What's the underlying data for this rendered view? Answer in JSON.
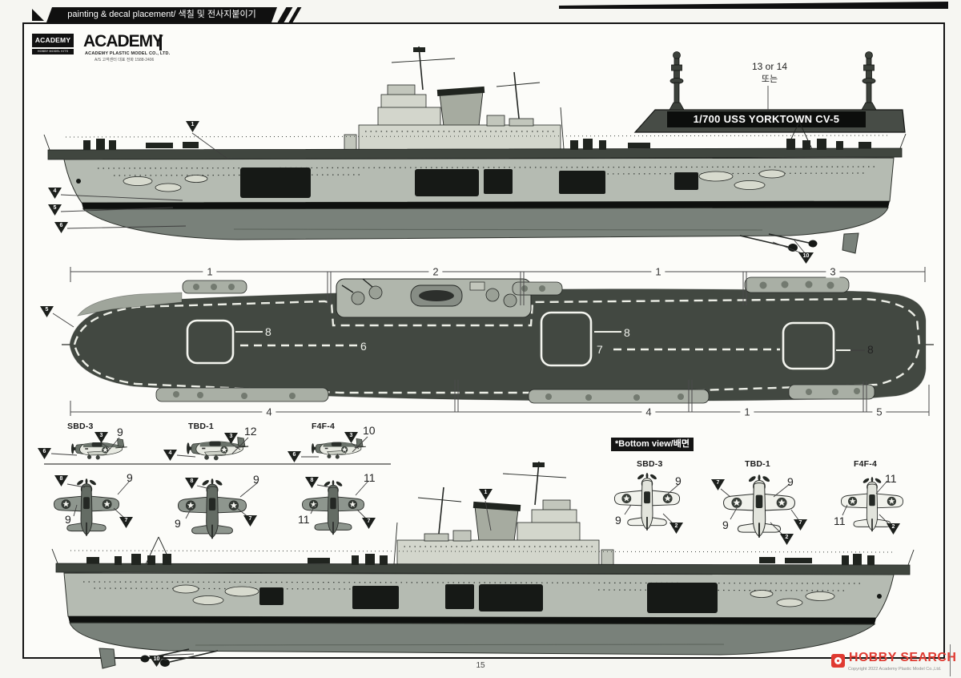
{
  "header": {
    "title": "painting & decal placement/ 색칠 및 전사지붙이기"
  },
  "brand": {
    "box_title": "ACADEMY",
    "box_subtitle": "HOBBY MODEL KITS",
    "logotype": "ACADEMY",
    "company": "ACADEMY PLASTIC MODEL CO., LTD.",
    "service_line": "A/S 고객센터 대표 전화 1588-2406"
  },
  "stand": {
    "part_note": "13 or 14",
    "part_note_kr": "또는",
    "nameplate": "1/700 USS YORKTOWN CV-5"
  },
  "ship_top": {
    "deck_marker": "1",
    "hull_upper_marker": "4",
    "boot_marker": "5",
    "hull_lower_marker": "6",
    "propeller_marker": "10"
  },
  "deck": {
    "dims_top": [
      "1",
      "2",
      "1",
      "3"
    ],
    "dims_bottom": [
      "4",
      "4",
      "1",
      "5"
    ],
    "bow_marker": "5",
    "elevator_fwd": "8",
    "centerline_fwd": "6",
    "centerline_aft": "7",
    "elevator_mid": "8",
    "elevator_aft": "8"
  },
  "aircraft_side": {
    "planes": [
      {
        "label": "SBD-3",
        "camo_marker": "3",
        "decal": "9",
        "prop_marker": "6"
      },
      {
        "label": "TBD-1",
        "camo_marker": "3",
        "decal": "12",
        "prop_marker": "4"
      },
      {
        "label": "F4F-4",
        "camo_marker": "3",
        "decal": "10",
        "prop_marker": "6"
      }
    ]
  },
  "aircraft_top": {
    "planes": [
      {
        "nose_marker": "8",
        "decal_right": "9",
        "decal_left": "9",
        "wing_marker": "7"
      },
      {
        "nose_marker": "8",
        "decal_right": "9",
        "decal_left": "9",
        "wing_marker": "7"
      },
      {
        "nose_marker": "8",
        "decal_right": "11",
        "decal_left": "11",
        "wing_marker": "7"
      }
    ]
  },
  "bottom_view": {
    "label": "*Bottom view/배면",
    "planes": [
      {
        "label": "SBD-3",
        "decal_right": "9",
        "decal_left": "9",
        "underside_marker": "2"
      },
      {
        "label": "TBD-1",
        "wing_marker_left": "7",
        "decal_right": "9",
        "decal_left": "9",
        "wing_marker_right": "7",
        "underside_marker": "2"
      },
      {
        "label": "F4F-4",
        "decal_right": "11",
        "decal_left": "11",
        "underside_marker": "2"
      }
    ]
  },
  "ship_bottom": {
    "island_marker": "1",
    "propeller_marker": "10"
  },
  "footer": {
    "page_number": "15"
  },
  "watermark": {
    "brand": "HOBBY SEARCH",
    "copyright": "Copyright 2022 Academy Plastic Model Co.,Ltd."
  }
}
